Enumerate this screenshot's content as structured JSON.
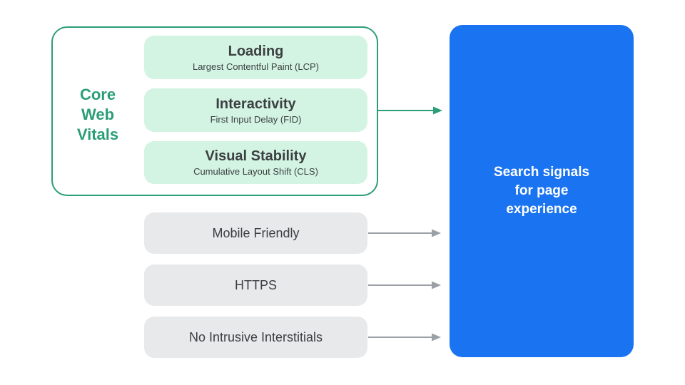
{
  "colors": {
    "green_accent": "#2B9E76",
    "mint_fill": "#D3F4E2",
    "gray_fill": "#E8E9EB",
    "gray_arrow": "#9AA0A6",
    "blue_fill": "#1A73F0",
    "dark_text": "#3C4043",
    "white_text": "#FFFFFF"
  },
  "core_web_vitals": {
    "label": "Core Web Vitals",
    "items": [
      {
        "title": "Loading",
        "subtitle": "Largest Contentful Paint (LCP)"
      },
      {
        "title": "Interactivity",
        "subtitle": "First Input Delay (FID)"
      },
      {
        "title": "Visual Stability",
        "subtitle": "Cumulative Layout Shift (CLS)"
      }
    ]
  },
  "other_signals": [
    {
      "label": "Mobile Friendly"
    },
    {
      "label": "HTTPS"
    },
    {
      "label": "No Intrusive Interstitials"
    }
  ],
  "result": {
    "label": "Search signals for page experience"
  }
}
